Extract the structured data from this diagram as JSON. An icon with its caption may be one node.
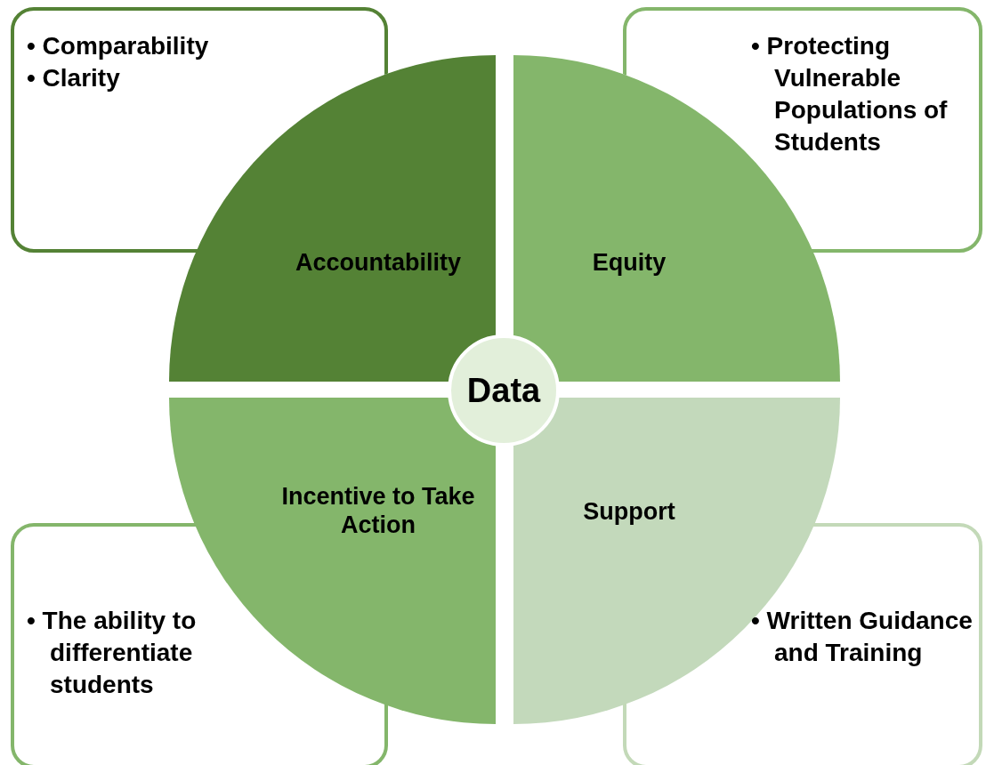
{
  "diagram": {
    "nodes": [
      {
        "text": [
          "• Comparability",
          "• Clarity"
        ]
      },
      {
        "text": [
          "• Protecting Vulnerable Populations of Students"
        ]
      },
      {
        "text": [
          "Accountability"
        ]
      },
      {
        "text": [
          "Equity"
        ]
      },
      {
        "text": [
          "Data"
        ]
      },
      {
        "text": [
          "Incentive to Take Action"
        ]
      },
      {
        "text": [
          "Support"
        ]
      },
      {
        "text": [
          "• The ability to differentiate students"
        ]
      },
      {
        "text": [
          "• Written Guidance and Training"
        ]
      }
    ]
  }
}
